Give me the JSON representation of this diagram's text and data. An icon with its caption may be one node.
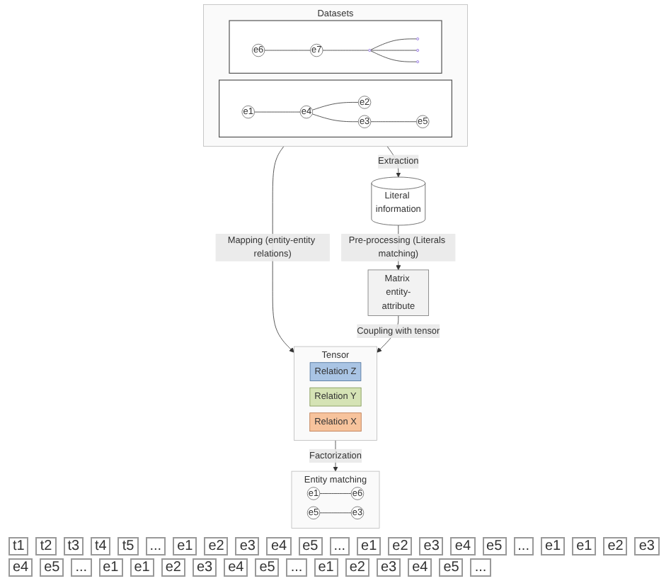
{
  "diagram": {
    "nodes": [
      {
        "text": [
          "Datasets"
        ]
      },
      {
        "text": [],
        "shape": "box",
        "in": 0
      },
      {
        "text": [
          "e1"
        ],
        "in": 1
      },
      {
        "text": [
          "e2"
        ],
        "in": 1
      },
      {
        "text": [
          "e4"
        ],
        "in": 1
      },
      {
        "text": [
          "e3"
        ],
        "in": 1
      },
      {
        "text": [
          "e5"
        ],
        "in": 1
      },
      {
        "text": [],
        "shape": "box",
        "in": 0
      },
      {
        "text": [
          "e6"
        ],
        "in": 7
      },
      {
        "text": [
          "e7"
        ],
        "in": 7
      },
      {
        "text": [],
        "shape": "circle",
        "in": 7
      },
      {
        "text": [],
        "shape": "circle",
        "in": 7
      },
      {
        "text": [],
        "shape": "circle",
        "in": 7
      },
      {
        "text": [],
        "shape": "circle",
        "in": 7
      },
      {
        "text": [
          "Literal information"
        ]
      },
      {
        "text": [
          "Matrix entity-attribute"
        ]
      },
      {
        "text": [
          "Tensor"
        ]
      },
      {
        "text": [
          "Relation Z"
        ],
        "in": 16
      },
      {
        "text": [
          "Relation Y"
        ],
        "in": 16
      },
      {
        "text": [
          "Relation X"
        ],
        "in": 16
      },
      {
        "text": [
          "Entity matching"
        ]
      },
      {
        "text": [
          "e1"
        ],
        "in": 20
      },
      {
        "text": [
          "e6"
        ],
        "in": 20
      },
      {
        "text": [
          "e5"
        ],
        "in": 20
      },
      {
        "text": [
          "e3"
        ],
        "in": 20
      }
    ],
    "edges": [
      {
        "from": 2,
        "to": 4,
        "arrow": "none"
      },
      {
        "from": 4,
        "to": 3,
        "arrow": "none"
      },
      {
        "from": 4,
        "to": 5,
        "arrow": "none"
      },
      {
        "from": 5,
        "to": 6,
        "arrow": "none"
      },
      {
        "from": 8,
        "to": 9,
        "arrow": "none"
      },
      {
        "from": 9,
        "to": 11,
        "arrow": "none"
      },
      {
        "from": 11,
        "to": 10,
        "arrow": "none"
      },
      {
        "from": 11,
        "to": 12,
        "arrow": "none"
      },
      {
        "from": 11,
        "to": 13,
        "arrow": "none"
      },
      {
        "from": 0,
        "to": 14,
        "label": "Extraction",
        "arrow": "to"
      },
      {
        "from": 14,
        "to": 15,
        "label": "Pre-processing (Literals matching)",
        "arrow": "to"
      },
      {
        "from": 0,
        "to": 16,
        "label": "Mapping (entity-entity relations)",
        "arrow": "to"
      },
      {
        "from": 15,
        "to": 16,
        "label": "Coupling with tensor",
        "arrow": "to"
      },
      {
        "from": 16,
        "to": 20,
        "label": "Factorization",
        "arrow": "to"
      },
      {
        "from": 21,
        "to": 22,
        "arrow": "none"
      },
      {
        "from": 23,
        "to": 24,
        "arrow": "none"
      }
    ],
    "labels": [
      "t1",
      "t2",
      "t3",
      "t4",
      "t5",
      "...",
      "e1",
      "e2",
      "e3",
      "e4",
      "e5",
      "...",
      "e1",
      "e2",
      "e3",
      "e4",
      "e5",
      "...",
      "e1",
      "e1",
      "e2",
      "e3",
      "e4",
      "e5",
      "...",
      "e1",
      "e1",
      "e2",
      "e3",
      "e4",
      "e5",
      "...",
      "e1",
      "e2",
      "e3",
      "e4",
      "e5",
      "..."
    ]
  }
}
